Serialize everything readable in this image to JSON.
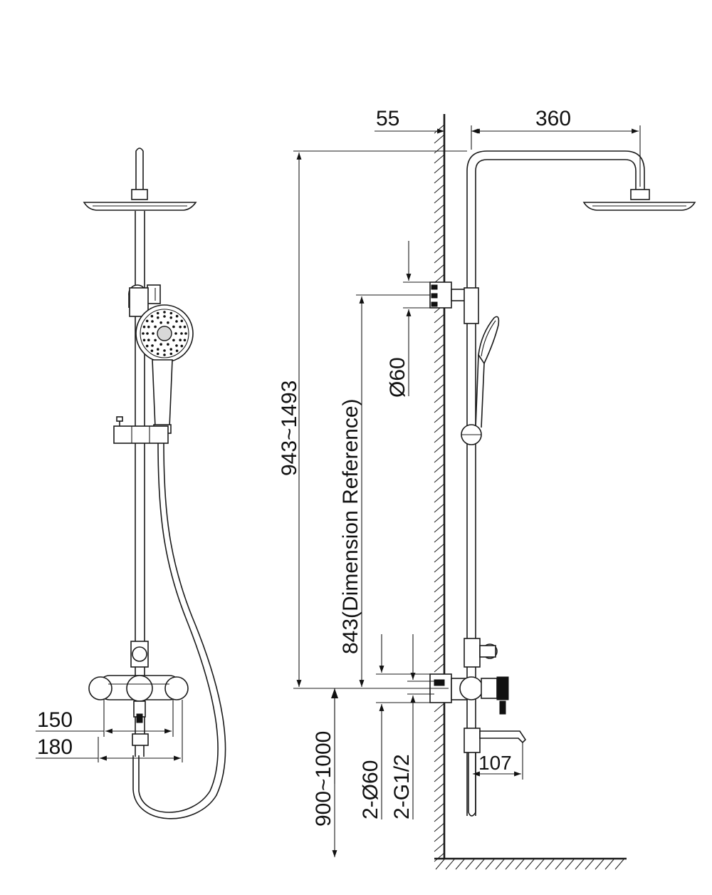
{
  "dimensions": {
    "wall_offset": "55",
    "arm_reach": "360",
    "height_range": "943~1493",
    "dimension_reference": "843(Dimension Reference)",
    "diameter": "Ø60",
    "mixer_spacing_150": "150",
    "mixer_spacing_180": "180",
    "inlet_height": "900~1000",
    "inlet_diameter": "2-Ø60",
    "inlet_thread": "2-G1/2",
    "spout_length": "107"
  },
  "colors": {
    "line": "#1a1a1a",
    "background": "#ffffff",
    "shade": "#d9d9d9"
  }
}
